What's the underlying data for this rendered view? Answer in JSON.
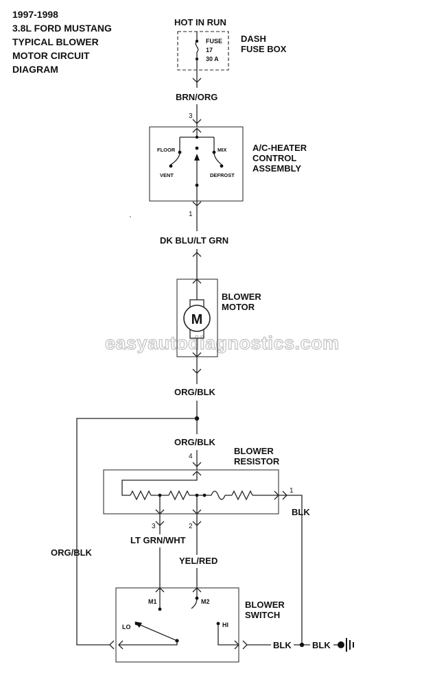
{
  "title": [
    "1997-1998",
    "3.8L FORD MUSTANG",
    "TYPICAL BLOWER",
    "MOTOR CIRCUIT",
    "DIAGRAM"
  ],
  "watermark": "easyautodiagnostics.com",
  "fuse_box": {
    "supply": "HOT IN RUN",
    "name": [
      "DASH",
      "FUSE BOX"
    ],
    "fuse": [
      "FUSE",
      "17",
      "30 A"
    ]
  },
  "wires": {
    "brn_org": "BRN/ORG",
    "dk_blu_lt_grn": "DK BLU/LT GRN",
    "org_blk_1": "ORG/BLK",
    "org_blk_2": "ORG/BLK",
    "org_blk_3": "ORG/BLK",
    "lt_grn_wht": "LT GRN/WHT",
    "yel_red": "YEL/RED",
    "blk_1": "BLK",
    "blk_2": "BLK",
    "blk_3": "BLK"
  },
  "pins": {
    "ctrl_top": "3",
    "ctrl_bottom": "1",
    "res_top": "4",
    "res_right": "1",
    "res_left_bottom": "3",
    "res_right_bottom": "2"
  },
  "control": {
    "name": [
      "A/C-HEATER",
      "CONTROL",
      "ASSEMBLY"
    ],
    "floor": "FLOOR",
    "mix": "MIX",
    "vent": "VENT",
    "defrost": "DEFROST"
  },
  "motor": {
    "name": [
      "BLOWER",
      "MOTOR"
    ],
    "symbol": "M"
  },
  "resistor": {
    "name": [
      "BLOWER",
      "RESISTOR"
    ]
  },
  "switch": {
    "name": [
      "BLOWER",
      "SWITCH"
    ],
    "m1": "M1",
    "m2": "M2",
    "lo": "LO",
    "hi": "HI"
  },
  "icons": [
    "fuse-icon",
    "motor-icon",
    "resistor-icon",
    "thermal-fuse-icon",
    "ground-icon",
    "switch-arm-icon"
  ]
}
